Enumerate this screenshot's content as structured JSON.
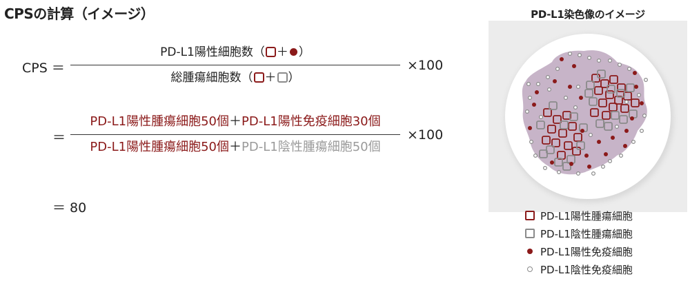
{
  "title": "CPSの計算（イメージ）",
  "formula": {
    "lhs": "CPS ＝",
    "num_text": "PD-L1陽性細胞数（",
    "num_plus": "＋",
    "num_close": "）",
    "den_text": "総腫瘍細胞数（",
    "den_plus": "＋",
    "den_close": "）",
    "times": "×100"
  },
  "formula2": {
    "eq": "＝",
    "num_part1": "PD-L1陽性腫瘍細胞50個",
    "num_plus": "＋",
    "num_part2": "PD-L1陽性免疫細胞30個",
    "den_part1": "PD-L1陽性腫瘍細胞50個",
    "den_plus": "＋",
    "den_part2": "PD-L1陰性腫瘍細胞50個",
    "times": "×100"
  },
  "result": "＝ 80",
  "image_panel": {
    "title": "PD-L1染色像のイメージ"
  },
  "legend": [
    {
      "marker": "red-square",
      "label": "PD-L1陽性腫瘍細胞"
    },
    {
      "marker": "gray-square",
      "label": "PD-L1陰性腫瘍細胞"
    },
    {
      "marker": "red-dot",
      "label": "PD-L1陽性免疫細胞"
    },
    {
      "marker": "gray-dot",
      "label": "PD-L1陰性免疫細胞"
    }
  ],
  "colors": {
    "positive": "#8b1a1a",
    "negative": "#8a8a8a",
    "tissue": "#c7b4c8"
  }
}
